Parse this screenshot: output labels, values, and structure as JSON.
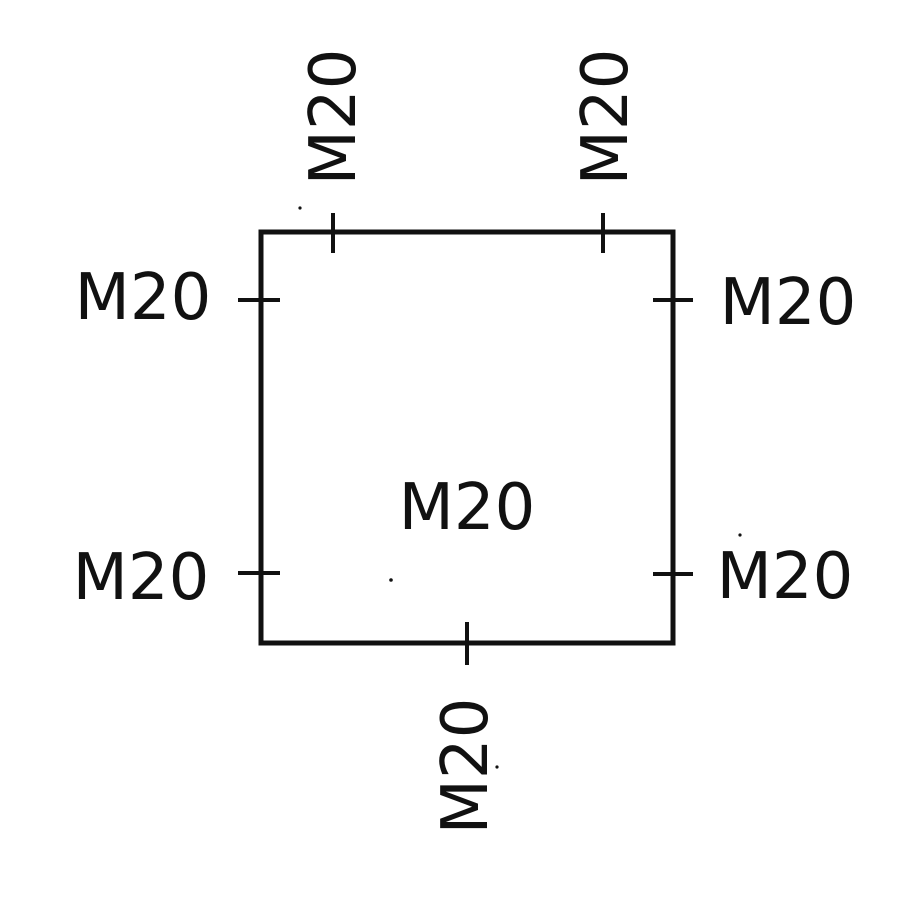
{
  "diagram": {
    "center_label": "M20",
    "labels": {
      "top_left": "M20",
      "top_right": "M20",
      "left_upper": "M20",
      "left_lower": "M20",
      "right_upper": "M20",
      "right_lower": "M20",
      "bottom": "M20"
    },
    "colors": {
      "ink": "#111111",
      "background": "#ffffff"
    }
  }
}
